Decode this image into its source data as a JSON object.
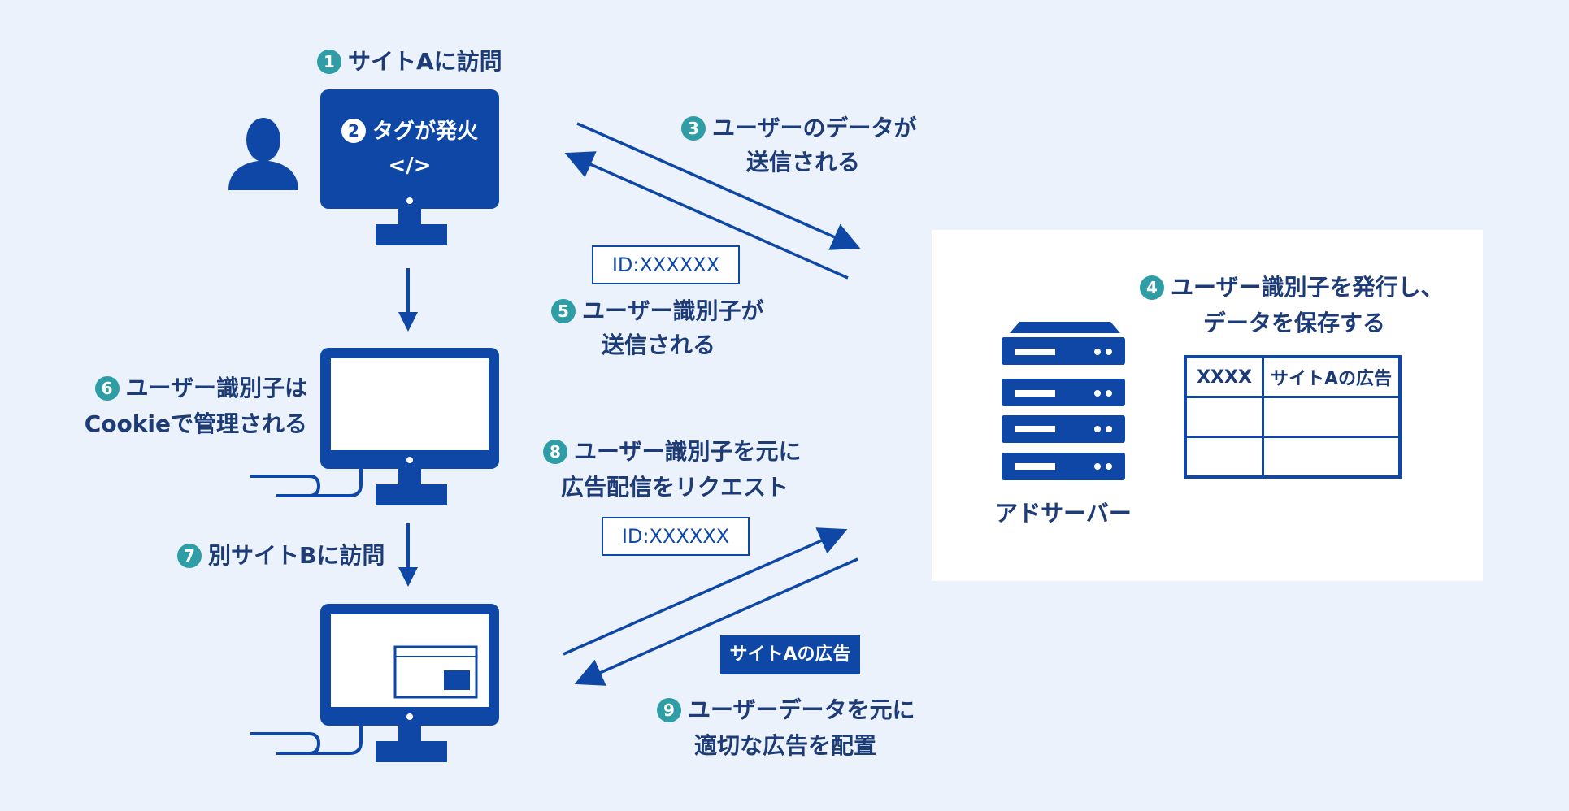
{
  "colors": {
    "background": "#ebf2fb",
    "primary_blue": "#0f47a6",
    "step_teal": "#2f9da6",
    "text_navy": "#1d3c77",
    "panel_white": "#ffffff"
  },
  "steps": {
    "s1": {
      "num": "1",
      "text": "サイトAに訪問"
    },
    "s2": {
      "num": "2",
      "text": "タグが発火",
      "code": "</>"
    },
    "s3": {
      "num": "3",
      "line1": "ユーザーのデータが",
      "line2": "送信される"
    },
    "s4": {
      "num": "4",
      "line1": "ユーザー識別子を発行し、",
      "line2": "データを保存する"
    },
    "s5": {
      "num": "5",
      "line1": "ユーザー識別子が",
      "line2": "送信される"
    },
    "s6": {
      "num": "6",
      "line1": "ユーザー識別子は",
      "line2": "Cookieで管理される"
    },
    "s7": {
      "num": "7",
      "text": "別サイトBに訪問"
    },
    "s8": {
      "num": "8",
      "line1": "ユーザー識別子を元に",
      "line2": "広告配信をリクエスト"
    },
    "s9": {
      "num": "9",
      "line1": "ユーザーデータを元に",
      "line2": "適切な広告を配置"
    }
  },
  "id_box_1": "ID:XXXXXX",
  "id_box_2": "ID:XXXXXX",
  "ad_badge": "サイトAの広告",
  "server_label": "アドサーバー",
  "table": {
    "headers": [
      "XXXX",
      "サイトAの広告"
    ],
    "rows": [
      [
        "",
        ""
      ],
      [
        "",
        ""
      ]
    ]
  },
  "icons": [
    "user-icon",
    "monitor-icon",
    "server-icon",
    "apple-logo-icon",
    "cable-icon",
    "arrow-icon"
  ]
}
